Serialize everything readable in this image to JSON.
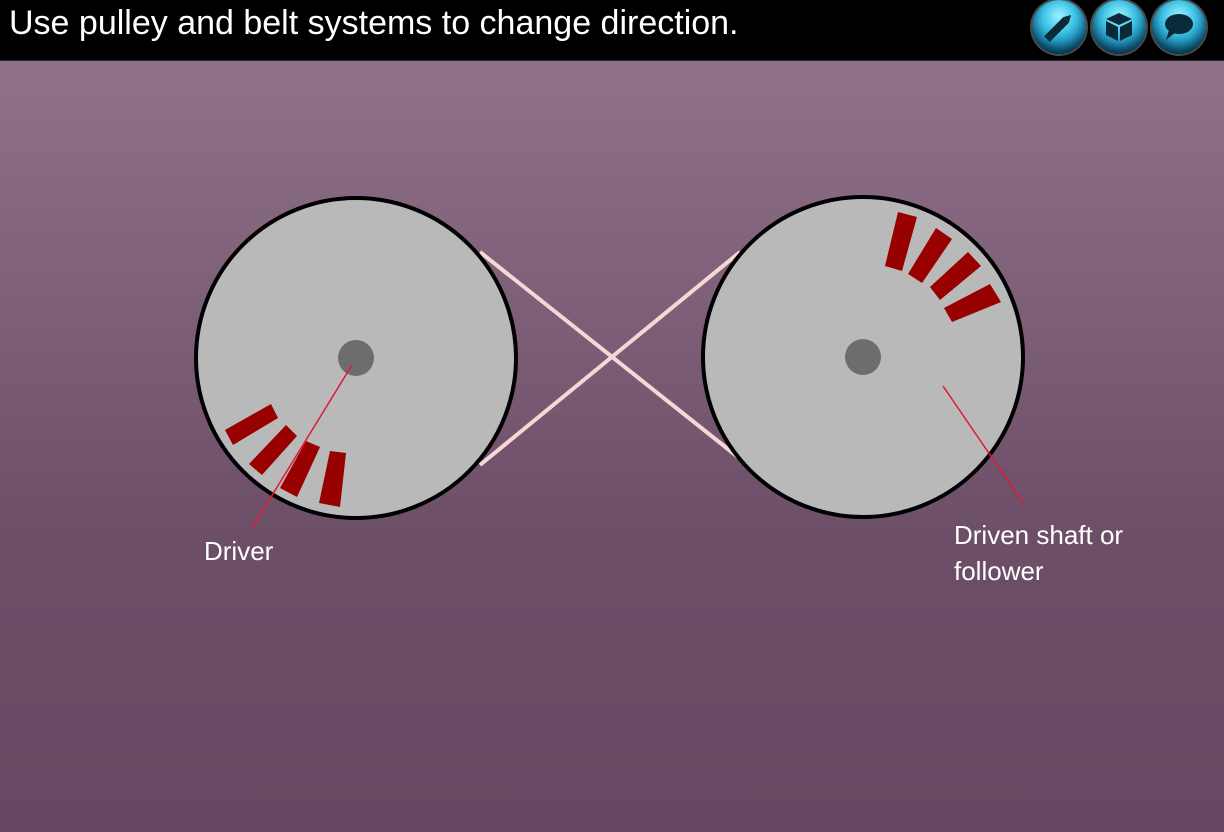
{
  "header": {
    "title": "Use pulley and belt systems to change direction."
  },
  "toolbar": {
    "buttons": [
      {
        "icon": "pencil-icon",
        "label": ""
      },
      {
        "icon": "cube-icon",
        "label": ""
      },
      {
        "icon": "speech-bubble-icon",
        "label": ""
      }
    ]
  },
  "diagram": {
    "driver_label": "Driver",
    "follower_label_line1": "Driven shaft or",
    "follower_label_line2": "follower"
  },
  "colors": {
    "background_top": "#94768e",
    "background_bottom": "#664862",
    "pulley_fill": "#b9b9b9",
    "hub_fill": "#6d6d6d",
    "marker_fill": "#990000",
    "belt": "#f7d6d6",
    "leader_line": "#e0183a"
  }
}
